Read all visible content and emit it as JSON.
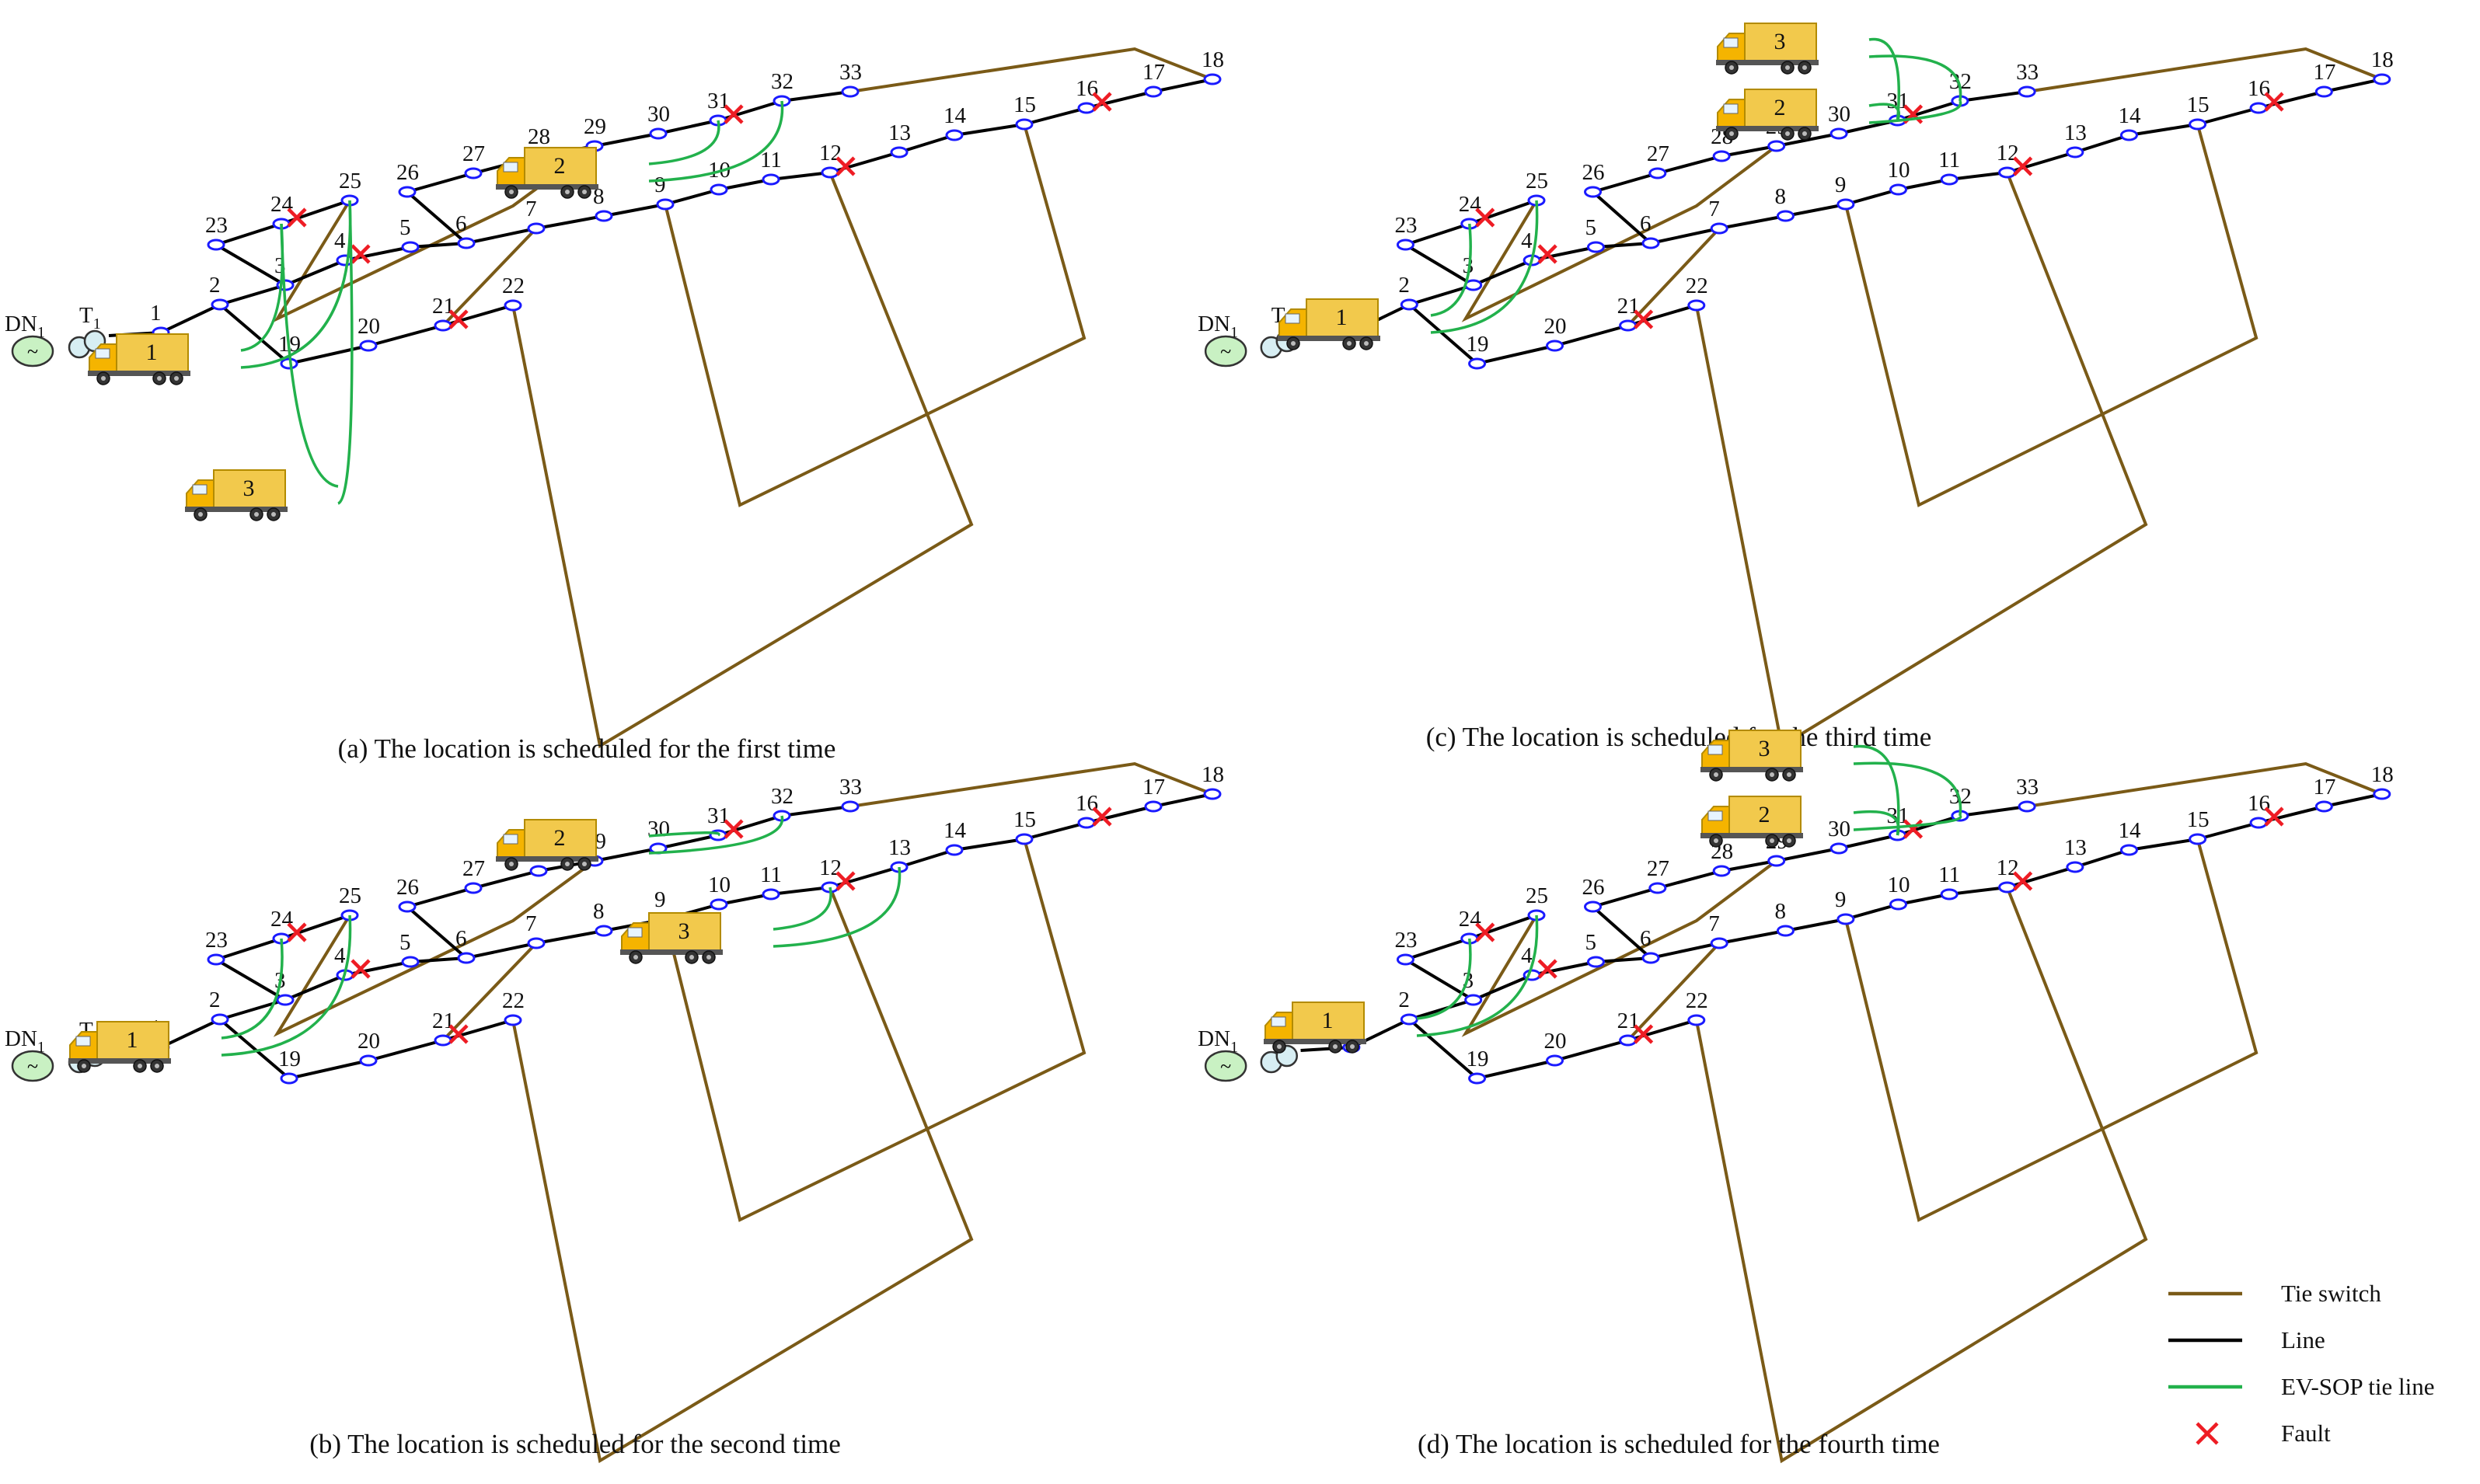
{
  "colors": {
    "line": "#000000",
    "tie": "#7a5a17",
    "ev_sop": "#22b14c",
    "fault": "#ee1c24",
    "node_fill": "#ffffff",
    "node_stroke": "#1a1aff",
    "source_fill": "#c9f1c3",
    "transformer_fill": "#d7eef3",
    "truck_body": "#f2c94c",
    "truck_cab": "#f5b400",
    "truck_wheel": "#333333"
  },
  "labels": {
    "source": "DN",
    "source_sub": "1",
    "transformer": "T",
    "transformer_sub": "1",
    "nodes": {
      "1": "1",
      "2": "2",
      "3": "3",
      "4": "4",
      "5": "5",
      "6": "6",
      "7": "7",
      "8": "8",
      "9": "9",
      "10": "10",
      "11": "11",
      "12": "12",
      "13": "13",
      "14": "14",
      "15": "15",
      "16": "16",
      "17": "17",
      "18": "18",
      "19": "19",
      "20": "20",
      "21": "21",
      "22": "22",
      "23": "23",
      "24": "24",
      "25": "25",
      "26": "26",
      "27": "27",
      "28": "28",
      "29": "29",
      "30": "30",
      "31": "31",
      "32": "32",
      "33": "33"
    },
    "trucks": {
      "1": "1",
      "2": "2",
      "3": "3"
    }
  },
  "panels": [
    {
      "id": "a",
      "caption": "(a) The location is scheduled for the first time",
      "faults": [
        "4",
        "24",
        "21",
        "12",
        "16",
        "31"
      ],
      "trucks": [
        {
          "label": "1",
          "connect": [
            "24",
            "25"
          ]
        },
        {
          "label": "3",
          "connect": [
            "24",
            "25"
          ]
        },
        {
          "label": "2",
          "connect": [
            "31",
            "32"
          ]
        }
      ]
    },
    {
      "id": "b",
      "caption": "(b) The location is scheduled for the second time",
      "faults": [
        "4",
        "24",
        "21",
        "12",
        "16",
        "31"
      ],
      "trucks": [
        {
          "label": "1",
          "connect": [
            "24",
            "25"
          ]
        },
        {
          "label": "2",
          "connect": [
            "31",
            "32"
          ]
        },
        {
          "label": "3",
          "connect": [
            "12",
            "13"
          ]
        }
      ]
    },
    {
      "id": "c",
      "caption": "(c) The location is scheduled for the third time",
      "faults": [
        "4",
        "24",
        "21",
        "12",
        "16",
        "31"
      ],
      "trucks": [
        {
          "label": "1",
          "connect": [
            "24",
            "25"
          ]
        },
        {
          "label": "2",
          "connect": [
            "31",
            "32"
          ]
        },
        {
          "label": "3",
          "connect": [
            "31",
            "32"
          ]
        }
      ]
    },
    {
      "id": "d",
      "caption": "(d) The location is scheduled for the fourth time",
      "faults": [
        "4",
        "24",
        "21",
        "12",
        "16",
        "31"
      ],
      "trucks": [
        {
          "label": "1",
          "connect": [
            "24",
            "25"
          ]
        },
        {
          "label": "2",
          "connect": [
            "31",
            "32"
          ]
        },
        {
          "label": "3",
          "connect": [
            "31",
            "32"
          ]
        }
      ]
    }
  ],
  "legend": [
    {
      "label": "Tie switch",
      "kind": "tie"
    },
    {
      "label": "Line",
      "kind": "line"
    },
    {
      "label": "EV-SOP tie line",
      "kind": "ev_sop"
    },
    {
      "label": "Fault",
      "kind": "fault"
    }
  ]
}
